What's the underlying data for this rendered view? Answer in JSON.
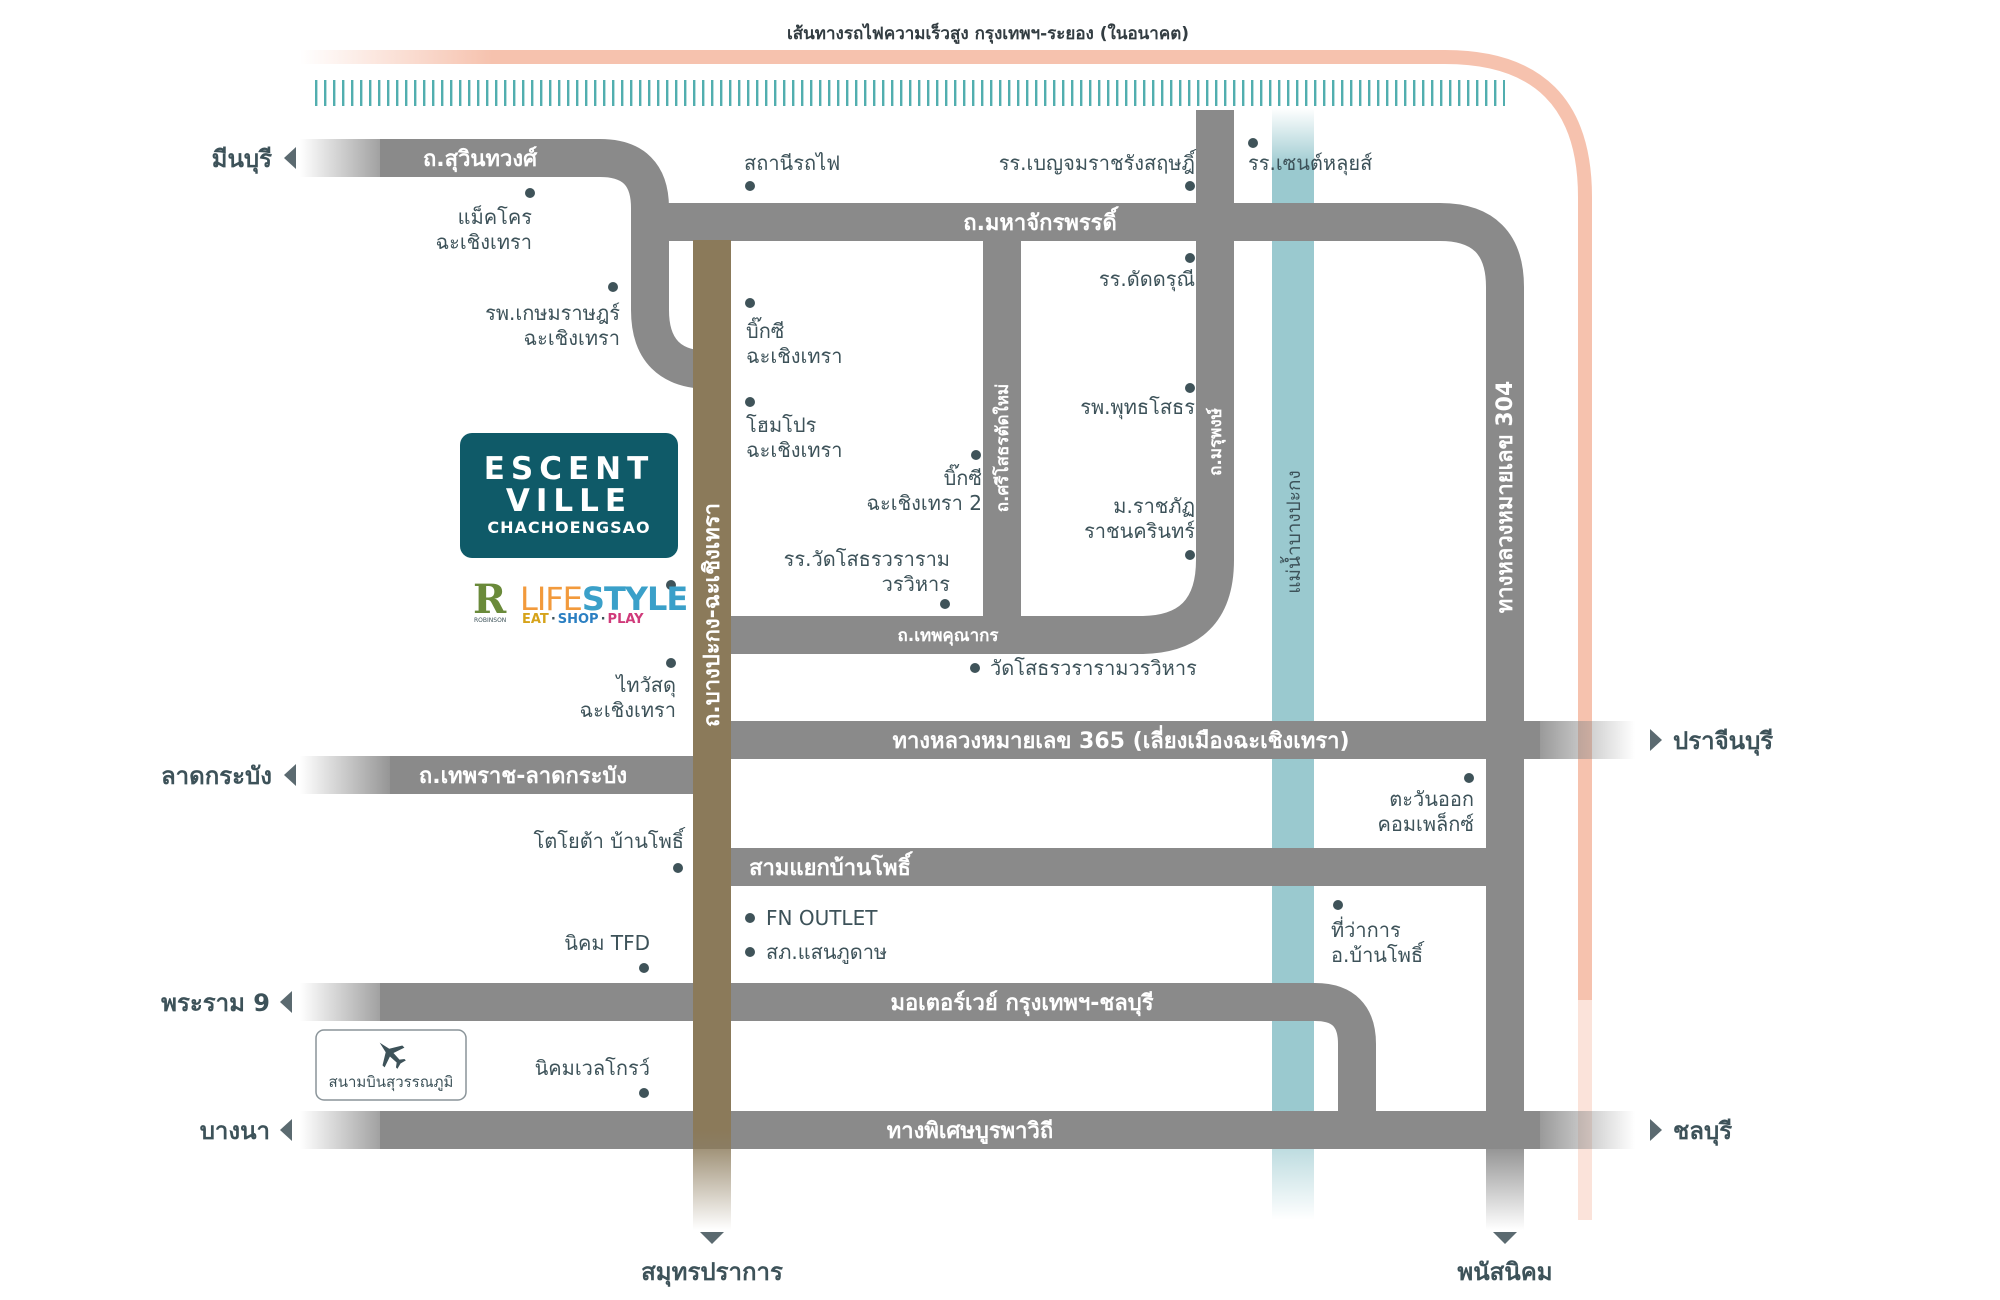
{
  "colors": {
    "road": "#8a8a8a",
    "main_road": "#8b7a5a",
    "river": "#9ac9cf",
    "rail_line": "#f6c2ae",
    "rail_track": "#3ea5a6",
    "text": "#3d5259",
    "brand": "#0f5a68"
  },
  "rail": {
    "label": "เส้นทางรถไฟความเร็วสูง กรุงเทพฯ-ระยอง (ในอนาคต)"
  },
  "river": {
    "label": "แม่น้ำบางปะกง"
  },
  "roads": {
    "sukhumvit": "ถ.สุวินทวงศ์",
    "mahachakkraphat": "ถ.มหาจักรพรรดิ์",
    "bangpakong_main": "ถ.บางปะกง-ฉะเชิงเทรา",
    "srisotthornmai": "ถ.ศรีโสธรตัดใหม่",
    "maruphong": "ถ.มรุพงษ์",
    "thepkhunakorn": "ถ.เทพคุณากร",
    "highway_304": "ทางหลวงหมายเลข 304",
    "highway_365": "ทางหลวงหมายเลข 365 (เลี่ยงเมืองฉะเชิงเทรา)",
    "theppharat": "ถ.เทพราช-ลาดกระบัง",
    "sam_yaek": "สามแยกบ้านโพธิ์",
    "motorway": "มอเตอร์เวย์ กรุงเทพฯ-ชลบุรี",
    "burapha": "ทางพิเศษบูรพาวิถี"
  },
  "destinations": {
    "minburi": "มีนบุรี",
    "latkrabang": "ลาดกระบัง",
    "rama9": "พระราม 9",
    "bangna": "บางนา",
    "prachinburi": "ปราจีนบุรี",
    "chonburi": "ชลบุรี",
    "samutprakan": "สมุทรปราการ",
    "phanatnikhom": "พนัสนิคม"
  },
  "places": {
    "station": "สถานีรถไฟ",
    "benjama_1": "รร.เบญจมราชรังสฤษฎิ์",
    "saint_louis": "รร.เซนต์หลุยส์",
    "makro_1": "แม็คโคร",
    "makro_2": "ฉะเชิงเทรา",
    "kasemrad_1": "รพ.เกษมราษฎร์",
    "kasemrad_2": "ฉะเชิงเทรา",
    "bigc_1": "บิ๊กซี",
    "bigc_2": "ฉะเชิงเทรา",
    "homepro_1": "โฮมโปร",
    "homepro_2": "ฉะเชิงเทรา",
    "bigc2_1": "บิ๊กซี",
    "bigc2_2": "ฉะเชิงเทรา 2",
    "datdarun": "รร.ดัดดรุณี",
    "phuttasothorn": "รพ.พุทธโสธร",
    "rajabhat_1": "ม.ราชภัฏ",
    "rajabhat_2": "ราชนครินทร์",
    "watsotthon_school_1": "รร.วัดโสธรวราราม",
    "watsotthon_school_2": "วรวิหาร",
    "watsotthon": "วัดโสธรวรารามวรวิหาร",
    "thaiwatsadu_1": "ไทวัสดุ",
    "thaiwatsadu_2": "ฉะเชิงเทรา",
    "tawan_ok_1": "ตะวันออก",
    "tawan_ok_2": "คอมเพล็กซ์",
    "toyota": "โตโยต้า บ้านโพธิ์",
    "fn_outlet": "FN OUTLET",
    "sk_saenphu": "สภ.แสนภูดาษ",
    "amphoe_1": "ที่ว่าการ",
    "amphoe_2": "อ.บ้านโพธิ์",
    "tfd": "นิคม TFD",
    "wellgrow": "นิคมเวลโกรว์",
    "airport": "สนามบินสุวรรณภูมิ"
  },
  "logo": {
    "line1": "ESCENT",
    "line2": "VILLE",
    "line3": "CHACHOENGSAO"
  },
  "lifestyle": {
    "brand": "ROBINSON",
    "word_a": "LIFE",
    "word_b": "STYLE",
    "tag_eat": "EAT",
    "tag_shop": "SHOP",
    "tag_play": "PLAY",
    "sep": "·"
  }
}
